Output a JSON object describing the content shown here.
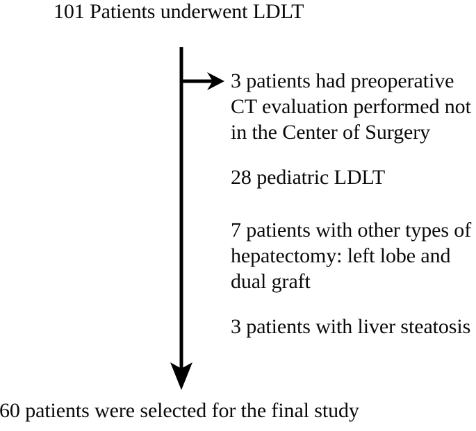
{
  "figure": {
    "type": "flowchart",
    "orientation": "vertical-with-side-branch",
    "background_color": "#ffffff",
    "stroke_color": "#000000"
  },
  "title": {
    "label": "101 Patients underwent LDLT"
  },
  "outcome": {
    "label": "60 patients were selected for the final study"
  },
  "exclusions": [
    {
      "label": "3 patients had preoperative\nCT evaluation performed not\nin the Center of Surgery",
      "count": 3
    },
    {
      "label": "28 pediatric LDLT",
      "count": 28
    },
    {
      "label": "7 patients with other types of\nhepatectomy: left lobe and\ndual graft",
      "count": 7
    },
    {
      "label": "3 patients with liver steatosis",
      "count": 3
    }
  ],
  "connectors": {
    "main_arrow_name": "main-vertical-arrow",
    "branch_arrow_name": "exclusion-branch-arrow"
  }
}
